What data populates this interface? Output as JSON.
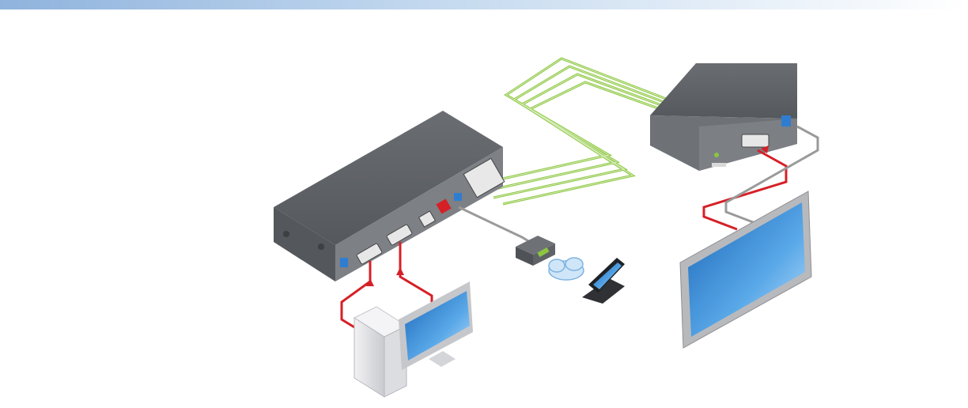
{
  "diagram": {
    "colors": {
      "header_bar": "#8fb3dd",
      "device_body": "#5b5e62",
      "device_front": "#7a7d81",
      "fiber_link": "#8cc63f",
      "video_cable": "#d62027",
      "ethernet_cable": "#9a9a9a",
      "network_cloud": "#cfe6f8",
      "screen": "#3a8fd6"
    },
    "components": [
      "transmitter",
      "receiver",
      "computer-tower",
      "computer-monitor",
      "flat-panel-display",
      "network-switch",
      "network-cloud",
      "touch-panel"
    ]
  }
}
